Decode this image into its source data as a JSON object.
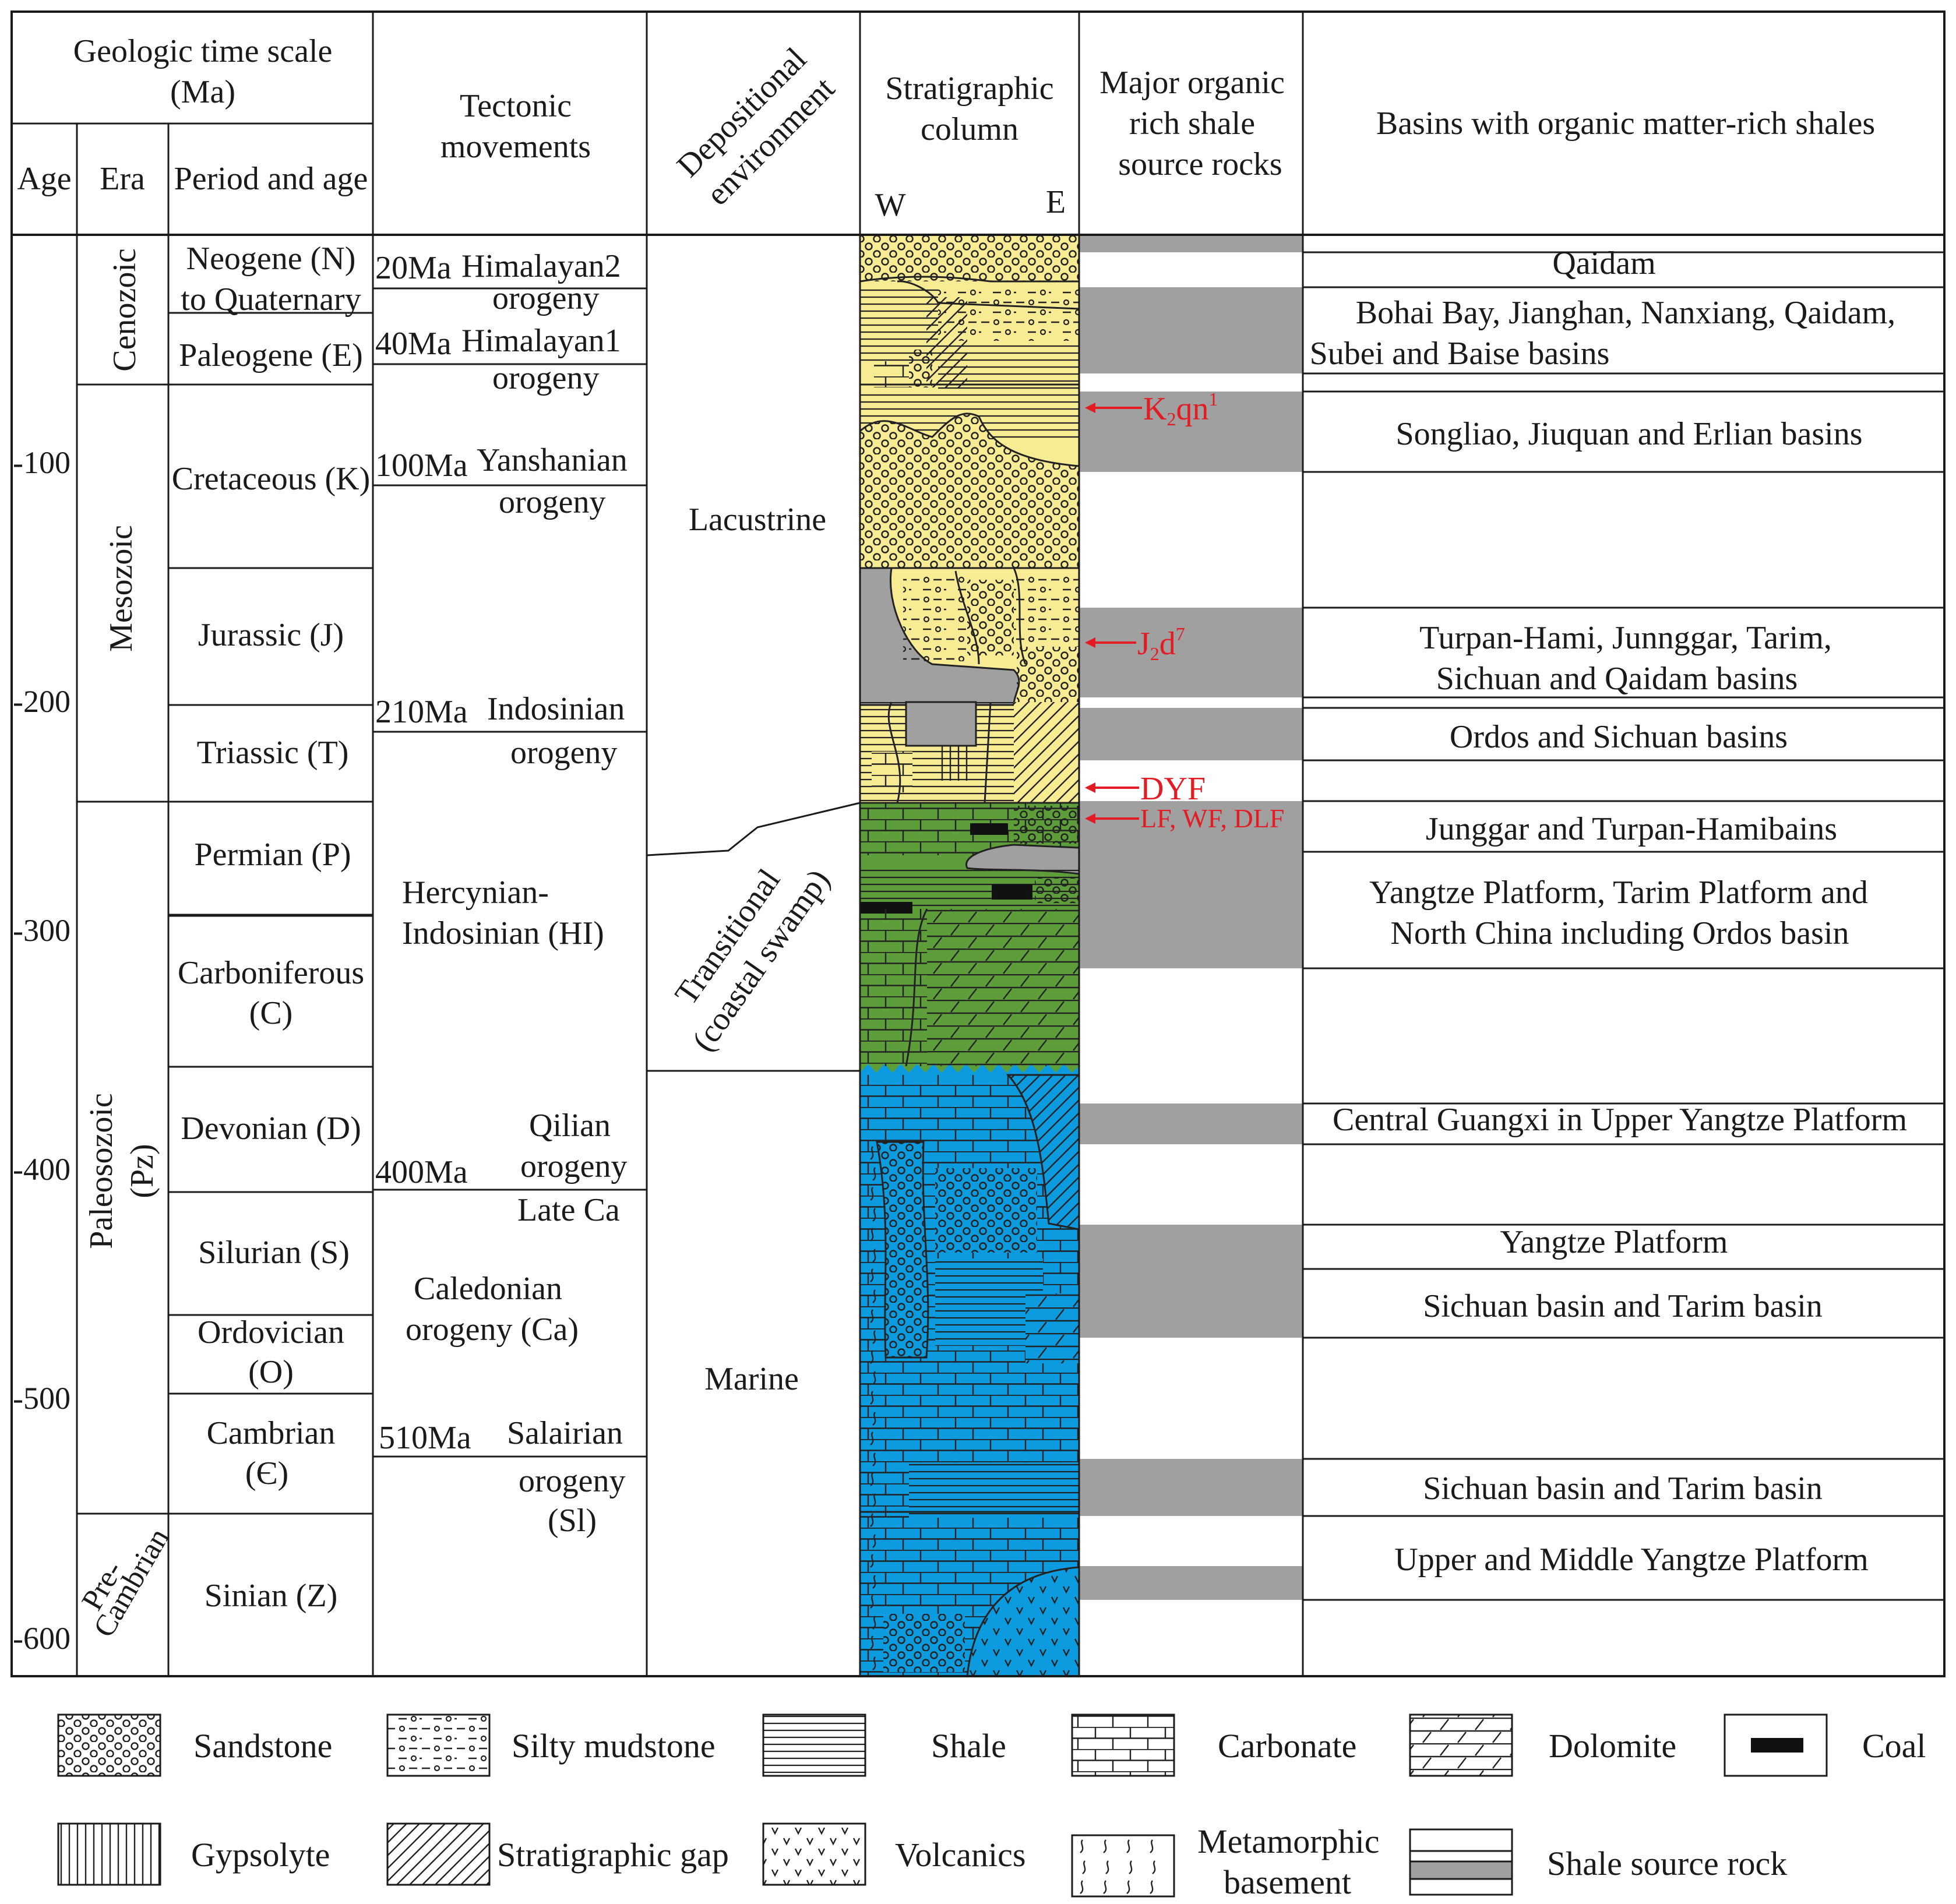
{
  "header": {
    "time_scale": [
      "Geologic time scale",
      "(Ma)"
    ],
    "age": "Age",
    "era": "Era",
    "period": "Period and age",
    "tectonic": [
      "Tectonic",
      "movements"
    ],
    "depositional": [
      "Depositional",
      "environment"
    ],
    "strat": [
      "Stratigraphic",
      "column"
    ],
    "west": "W",
    "east": "E",
    "source_rocks": [
      "Major organic",
      "rich shale",
      "source rocks"
    ],
    "basins": "Basins with organic matter-rich shales"
  },
  "age_ticks": [
    "-100",
    "-200",
    "-300",
    "-400",
    "-500",
    "-600"
  ],
  "eras": {
    "cenozoic": "Cenozoic",
    "mesozoic": "Mesozoic",
    "paleozoic": [
      "Paleosozoic",
      "(Pz)"
    ],
    "precambrian": [
      "Pre-",
      "Cambrian"
    ]
  },
  "periods": [
    [
      "Neogene (N)",
      "to Quaternary"
    ],
    [
      "Paleogene (E)"
    ],
    [
      "Cretaceous (K)"
    ],
    [
      "Jurassic (J)"
    ],
    [
      "Triassic (T)"
    ],
    [
      "Permian (P)"
    ],
    [
      "Carboniferous",
      "(C)"
    ],
    [
      "Devonian (D)"
    ],
    [
      "Silurian (S)"
    ],
    [
      "Ordovician",
      "(O)"
    ],
    [
      "Cambrian",
      "(Є)"
    ],
    [
      "Sinian (Z)"
    ]
  ],
  "tectonics": {
    "h2_age": "20Ma",
    "h2_name": "Himalayan2",
    "h2_orogeny": "orogeny",
    "h1_age": "40Ma",
    "h1_name": "Himalayan1",
    "h1_orogeny": "orogeny",
    "ys_age": "100Ma",
    "ys_name": "Yanshanian",
    "ys_orogeny": "orogeny",
    "ind_age": "210Ma",
    "ind_name": "Indosinian",
    "ind_orogeny": "orogeny",
    "hi": [
      "Hercynian-",
      "Indosinian (HI)"
    ],
    "ql_age": "400Ma",
    "ql_name": "Qilian",
    "ql_orogeny": "orogeny",
    "late_ca": "Late Ca",
    "cal": [
      "Caledonian",
      "orogeny (Ca)"
    ],
    "sl_age": "510Ma",
    "sl_name": "Salairian",
    "sl_orogeny": [
      "orogeny",
      "(Sl)"
    ]
  },
  "environments": {
    "lacustrine": "Lacustrine",
    "transitional": [
      "Transitional",
      "(coastal swamp)"
    ],
    "marine": "Marine"
  },
  "markers": {
    "k2qn1": {
      "base": "K",
      "sub": "2",
      "mid": "qn",
      "sup": "1"
    },
    "j2d7": {
      "base": "J",
      "sub": "2",
      "mid": "d",
      "sup": "7"
    },
    "dyf": "DYF",
    "lf": "LF, WF, DLF"
  },
  "basins": [
    "Qaidam",
    [
      "Bohai Bay, Jianghan, Nanxiang, Qaidam,",
      "Subei and Baise basins"
    ],
    "Songliao, Jiuquan and Erlian basins",
    [
      "Turpan-Hami, Junnggar, Tarim,",
      "Sichuan and Qaidam basins"
    ],
    "Ordos and Sichuan basins",
    "Junggar and Turpan-Hamibains",
    [
      "Yangtze Platform, Tarim Platform and",
      "North China including Ordos basin"
    ],
    "Central Guangxi in Upper Yangtze Platform",
    "Yangtze Platform",
    "Sichuan basin and Tarim basin",
    "Sichuan basin and Tarim basin",
    "Upper and Middle Yangtze Platform"
  ],
  "legend": [
    {
      "key": "sandstone",
      "label": "Sandstone"
    },
    {
      "key": "silty",
      "label": "Silty mudstone"
    },
    {
      "key": "shale",
      "label": "Shale"
    },
    {
      "key": "carbonate",
      "label": "Carbonate"
    },
    {
      "key": "dolomite",
      "label": "Dolomite"
    },
    {
      "key": "coal",
      "label": "Coal"
    },
    {
      "key": "gypsolyte",
      "label": "Gypsolyte"
    },
    {
      "key": "gap",
      "label": "Stratigraphic gap"
    },
    {
      "key": "volcanics",
      "label": "Volcanics"
    },
    {
      "key": "metamorphic",
      "label": [
        "Metamorphic",
        "basement"
      ]
    },
    {
      "key": "source",
      "label": "Shale source rock"
    }
  ],
  "colors": {
    "lacustrine_fill": "#f7eb94",
    "transitional_fill": "#5d9e3a",
    "marine_fill": "#0d9be0",
    "source_rock_band": "#a0a0a0",
    "marker_red": "#e31b23"
  }
}
